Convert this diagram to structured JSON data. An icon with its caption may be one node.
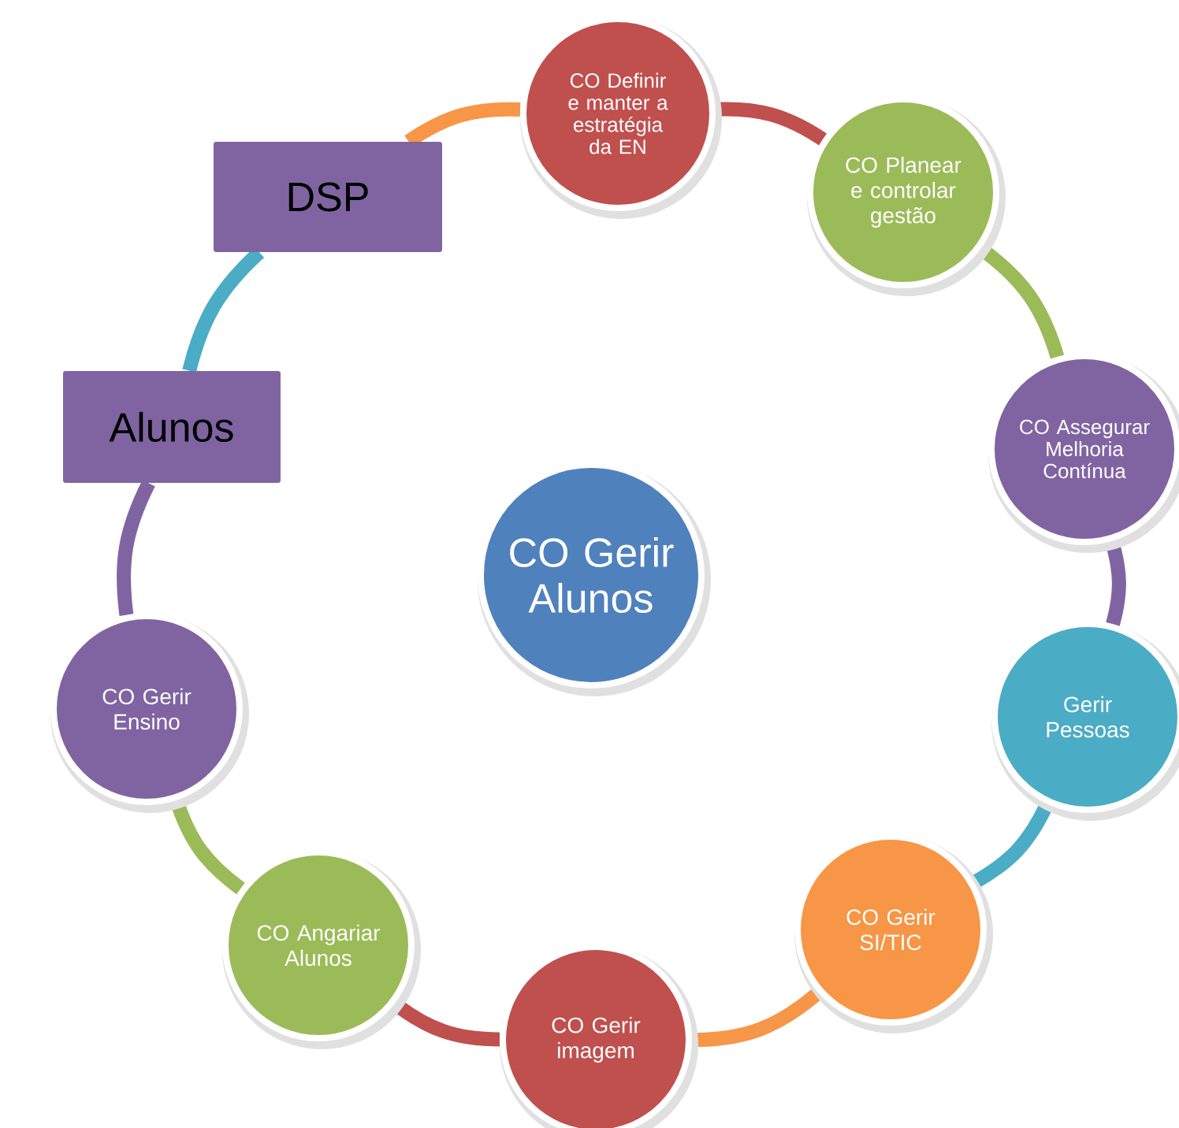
{
  "diagram": {
    "nodes": [
      {
        "text": [
          "CO Gerir Alunos"
        ]
      },
      {
        "text": [
          "CO Definir e manter a estratégia da EN"
        ]
      },
      {
        "text": [
          "CO Planear e controlar gestão"
        ]
      },
      {
        "text": [
          "CO Assegurar Melhoria Contínua"
        ]
      },
      {
        "text": [
          "Gerir Pessoas"
        ]
      },
      {
        "text": [
          "CO Gerir SI/TIC"
        ]
      },
      {
        "text": [
          "CO Gerir imagem"
        ]
      },
      {
        "text": [
          "CO Angariar Alunos"
        ]
      },
      {
        "text": [
          "CO Gerir Ensino"
        ]
      },
      {
        "text": [
          "Alunos"
        ]
      },
      {
        "text": [
          "DSP"
        ]
      }
    ],
    "edges": [
      {
        "from": 1,
        "to": 2,
        "arrow": "none",
        "color": "#c0504d"
      },
      {
        "from": 2,
        "to": 3,
        "arrow": "none",
        "color": "#9bbb59"
      },
      {
        "from": 3,
        "to": 4,
        "arrow": "none",
        "color": "#8064a2"
      },
      {
        "from": 4,
        "to": 5,
        "arrow": "none",
        "color": "#4bacc6"
      },
      {
        "from": 5,
        "to": 6,
        "arrow": "none",
        "color": "#f79646"
      },
      {
        "from": 6,
        "to": 7,
        "arrow": "none",
        "color": "#c0504d"
      },
      {
        "from": 7,
        "to": 8,
        "arrow": "none",
        "color": "#9bbb59"
      },
      {
        "from": 8,
        "to": 9,
        "arrow": "none",
        "color": "#8064a2"
      },
      {
        "from": 9,
        "to": 10,
        "arrow": "none",
        "color": "#4bacc6"
      },
      {
        "from": 10,
        "to": 1,
        "arrow": "none",
        "color": "#f79646"
      }
    ]
  }
}
